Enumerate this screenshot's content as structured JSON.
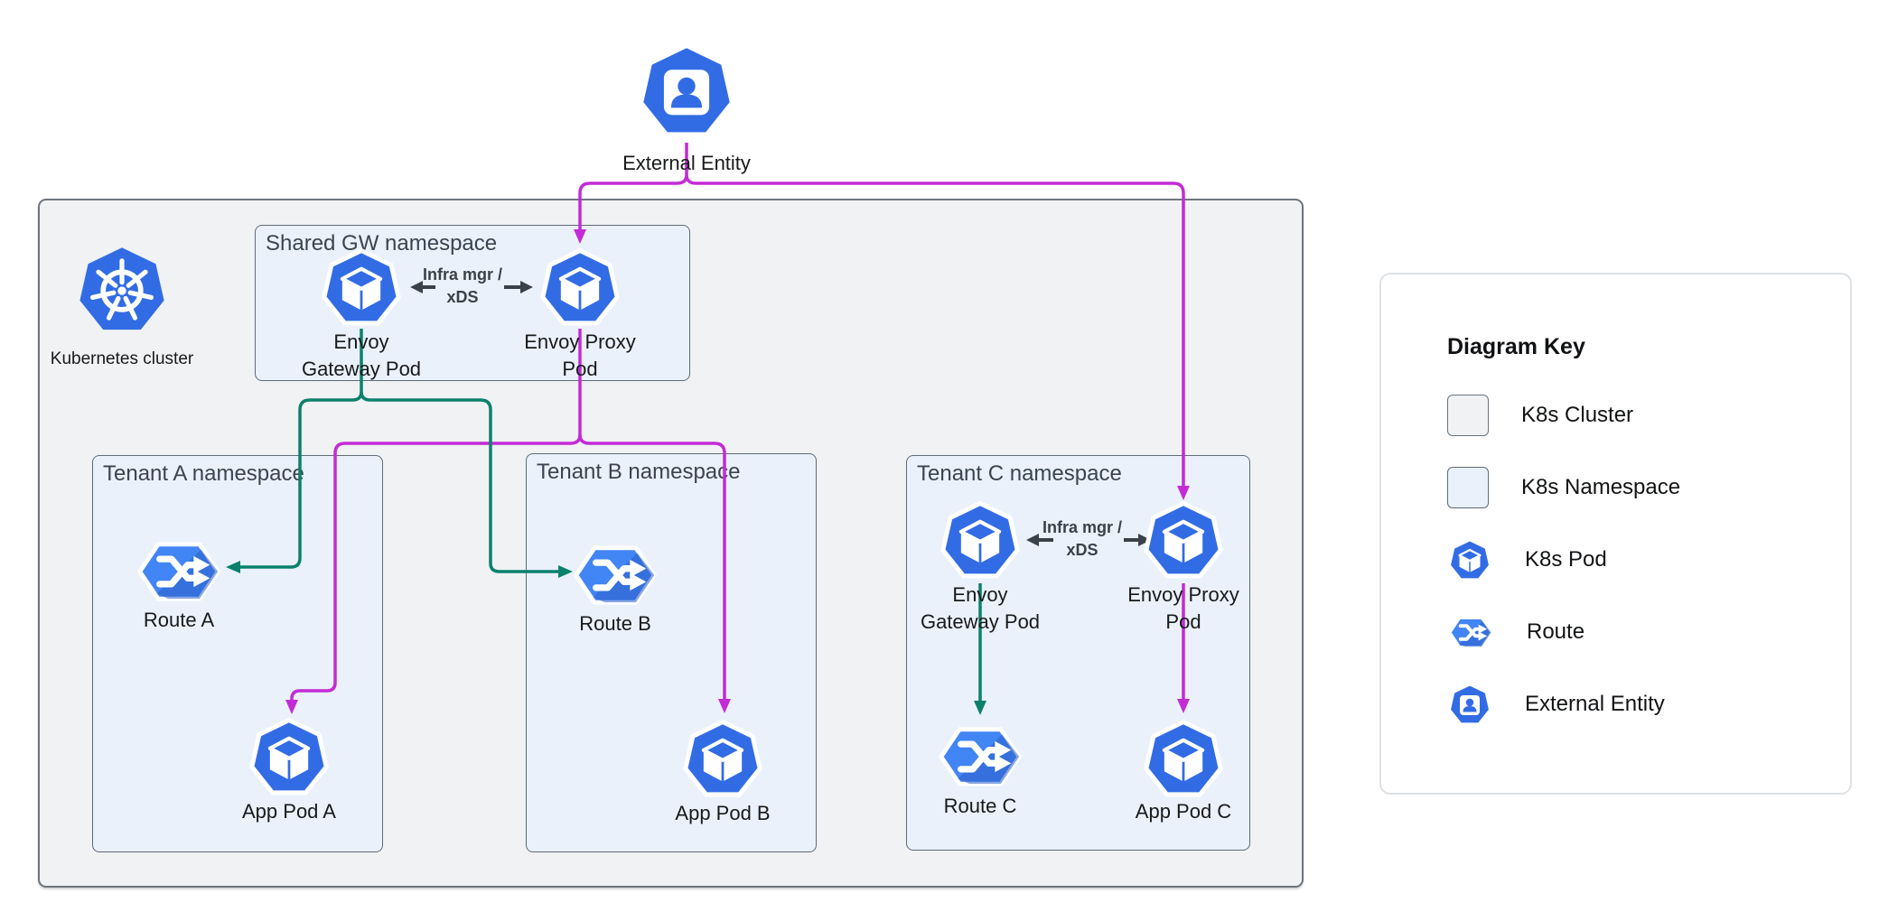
{
  "external_entity": {
    "label": "External Entity"
  },
  "cluster": {
    "label": "Kubernetes cluster",
    "shared_namespace": {
      "title": "Shared GW namespace",
      "gateway_pod": {
        "label_line1": "Envoy",
        "label_line2": "Gateway Pod"
      },
      "proxy_pod": {
        "label_line1": "Envoy Proxy",
        "label_line2": "Pod"
      },
      "control_label": {
        "line1": "Infra mgr /",
        "line2": "xDS"
      }
    },
    "tenant_a": {
      "title": "Tenant A namespace",
      "route_label": "Route A",
      "app_pod_label": "App Pod A"
    },
    "tenant_b": {
      "title": "Tenant B namespace",
      "route_label": "Route B",
      "app_pod_label": "App Pod B"
    },
    "tenant_c": {
      "title": "Tenant C namespace",
      "gateway_pod": {
        "label_line1": "Envoy",
        "label_line2": "Gateway Pod"
      },
      "proxy_pod": {
        "label_line1": "Envoy Proxy",
        "label_line2": "Pod"
      },
      "control_label": {
        "line1": "Infra mgr /",
        "line2": "xDS"
      },
      "route_label": "Route C",
      "app_pod_label": "App Pod C"
    }
  },
  "key": {
    "title": "Diagram Key",
    "items": [
      {
        "icon": "cluster-swatch",
        "label": "K8s Cluster"
      },
      {
        "icon": "namespace-swatch",
        "label": "K8s Namespace"
      },
      {
        "icon": "k8s-pod-icon",
        "label": "K8s Pod"
      },
      {
        "icon": "route-icon",
        "label": "Route"
      },
      {
        "icon": "external-entity-icon",
        "label": "External Entity"
      }
    ]
  },
  "colors": {
    "external_link": "#C32BD5",
    "control_link": "#0B816C",
    "xds_arrow": "#3A4149",
    "pod_blue": "#326CE5",
    "route_blue": "#4285F4",
    "route_shade": "#2B5FCB",
    "cluster_fill": "#F0F2F4",
    "cluster_border": "#70767E",
    "namespace_fill": "#EAF1FB",
    "namespace_border": "#5F6B78",
    "key_border": "#DDE1E6",
    "label_color": "#18191B",
    "title_color": "#3A4450"
  }
}
